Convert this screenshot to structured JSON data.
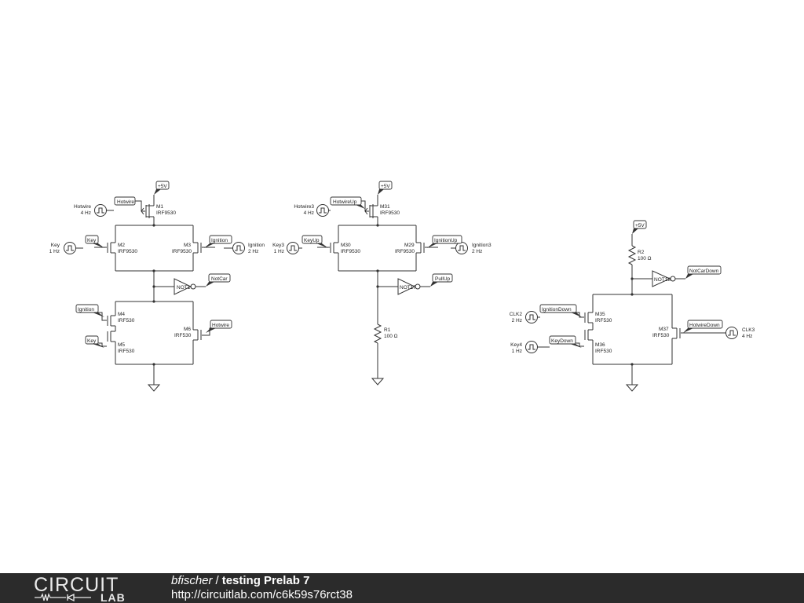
{
  "footer": {
    "logo_main": "CIRCUIT",
    "logo_sub": "LAB",
    "author": "bfischer",
    "separator": "/",
    "title": "testing Prelab 7",
    "url": "http://circuitlab.com/c6k59s76rct38"
  },
  "diagram": {
    "circuit1": {
      "supply": "+5V",
      "m1": {
        "name": "M1",
        "part": "IRF9530"
      },
      "m2": {
        "name": "M2",
        "part": "IRF9530"
      },
      "m3": {
        "name": "M3",
        "part": "IRF9530"
      },
      "m4": {
        "name": "M4",
        "part": "IRF530"
      },
      "m5": {
        "name": "M5",
        "part": "IRF530"
      },
      "m6": {
        "name": "M6",
        "part": "IRF530"
      },
      "not": "NOT1",
      "src_hotwire": {
        "name": "Hotwire",
        "freq": "4 Hz"
      },
      "src_key": {
        "name": "Key",
        "freq": "1 Hz"
      },
      "src_ignition": {
        "name": "Ignition",
        "freq": "2 Hz"
      },
      "lab_hotwire_top": "Hotwire",
      "lab_key_top": "Key",
      "lab_ignition_top": "Ignition",
      "lab_notcar": "NotCar",
      "lab_ignition_bot": "Ignition",
      "lab_key_bot": "Key",
      "lab_hotwire_bot": "Hotwire"
    },
    "circuit2": {
      "supply": "+5V",
      "m31": {
        "name": "M31",
        "part": "IRF9530"
      },
      "m30": {
        "name": "M30",
        "part": "IRF9530"
      },
      "m29": {
        "name": "M29",
        "part": "IRF9530"
      },
      "not": "NOT17",
      "r1": {
        "name": "R1",
        "value": "100 Ω"
      },
      "src_hotwire": {
        "name": "Hotwire3",
        "freq": "4 Hz"
      },
      "src_key": {
        "name": "Key3",
        "freq": "1 Hz"
      },
      "src_ignition": {
        "name": "Ignition3",
        "freq": "2 Hz"
      },
      "lab_hotwire": "HotwireUp",
      "lab_key": "KeyUp",
      "lab_ignition": "IgnitionUp",
      "lab_out": "PullUp"
    },
    "circuit3": {
      "supply": "+5V",
      "r2": {
        "name": "R2",
        "value": "100 Ω"
      },
      "not": "NOT18",
      "m35": {
        "name": "M35",
        "part": "IRF530"
      },
      "m36": {
        "name": "M36",
        "part": "IRF530"
      },
      "m37": {
        "name": "M37",
        "part": "IRF530"
      },
      "src_clk2": {
        "name": "CLK2",
        "freq": "2 Hz"
      },
      "src_key": {
        "name": "Key4",
        "freq": "1 Hz"
      },
      "src_clk3": {
        "name": "CLK3",
        "freq": "4 Hz"
      },
      "lab_out": "NotCarDown",
      "lab_ignition": "IgnitionDown",
      "lab_key": "KeyDown",
      "lab_hotwire": "HotwireDown"
    }
  }
}
